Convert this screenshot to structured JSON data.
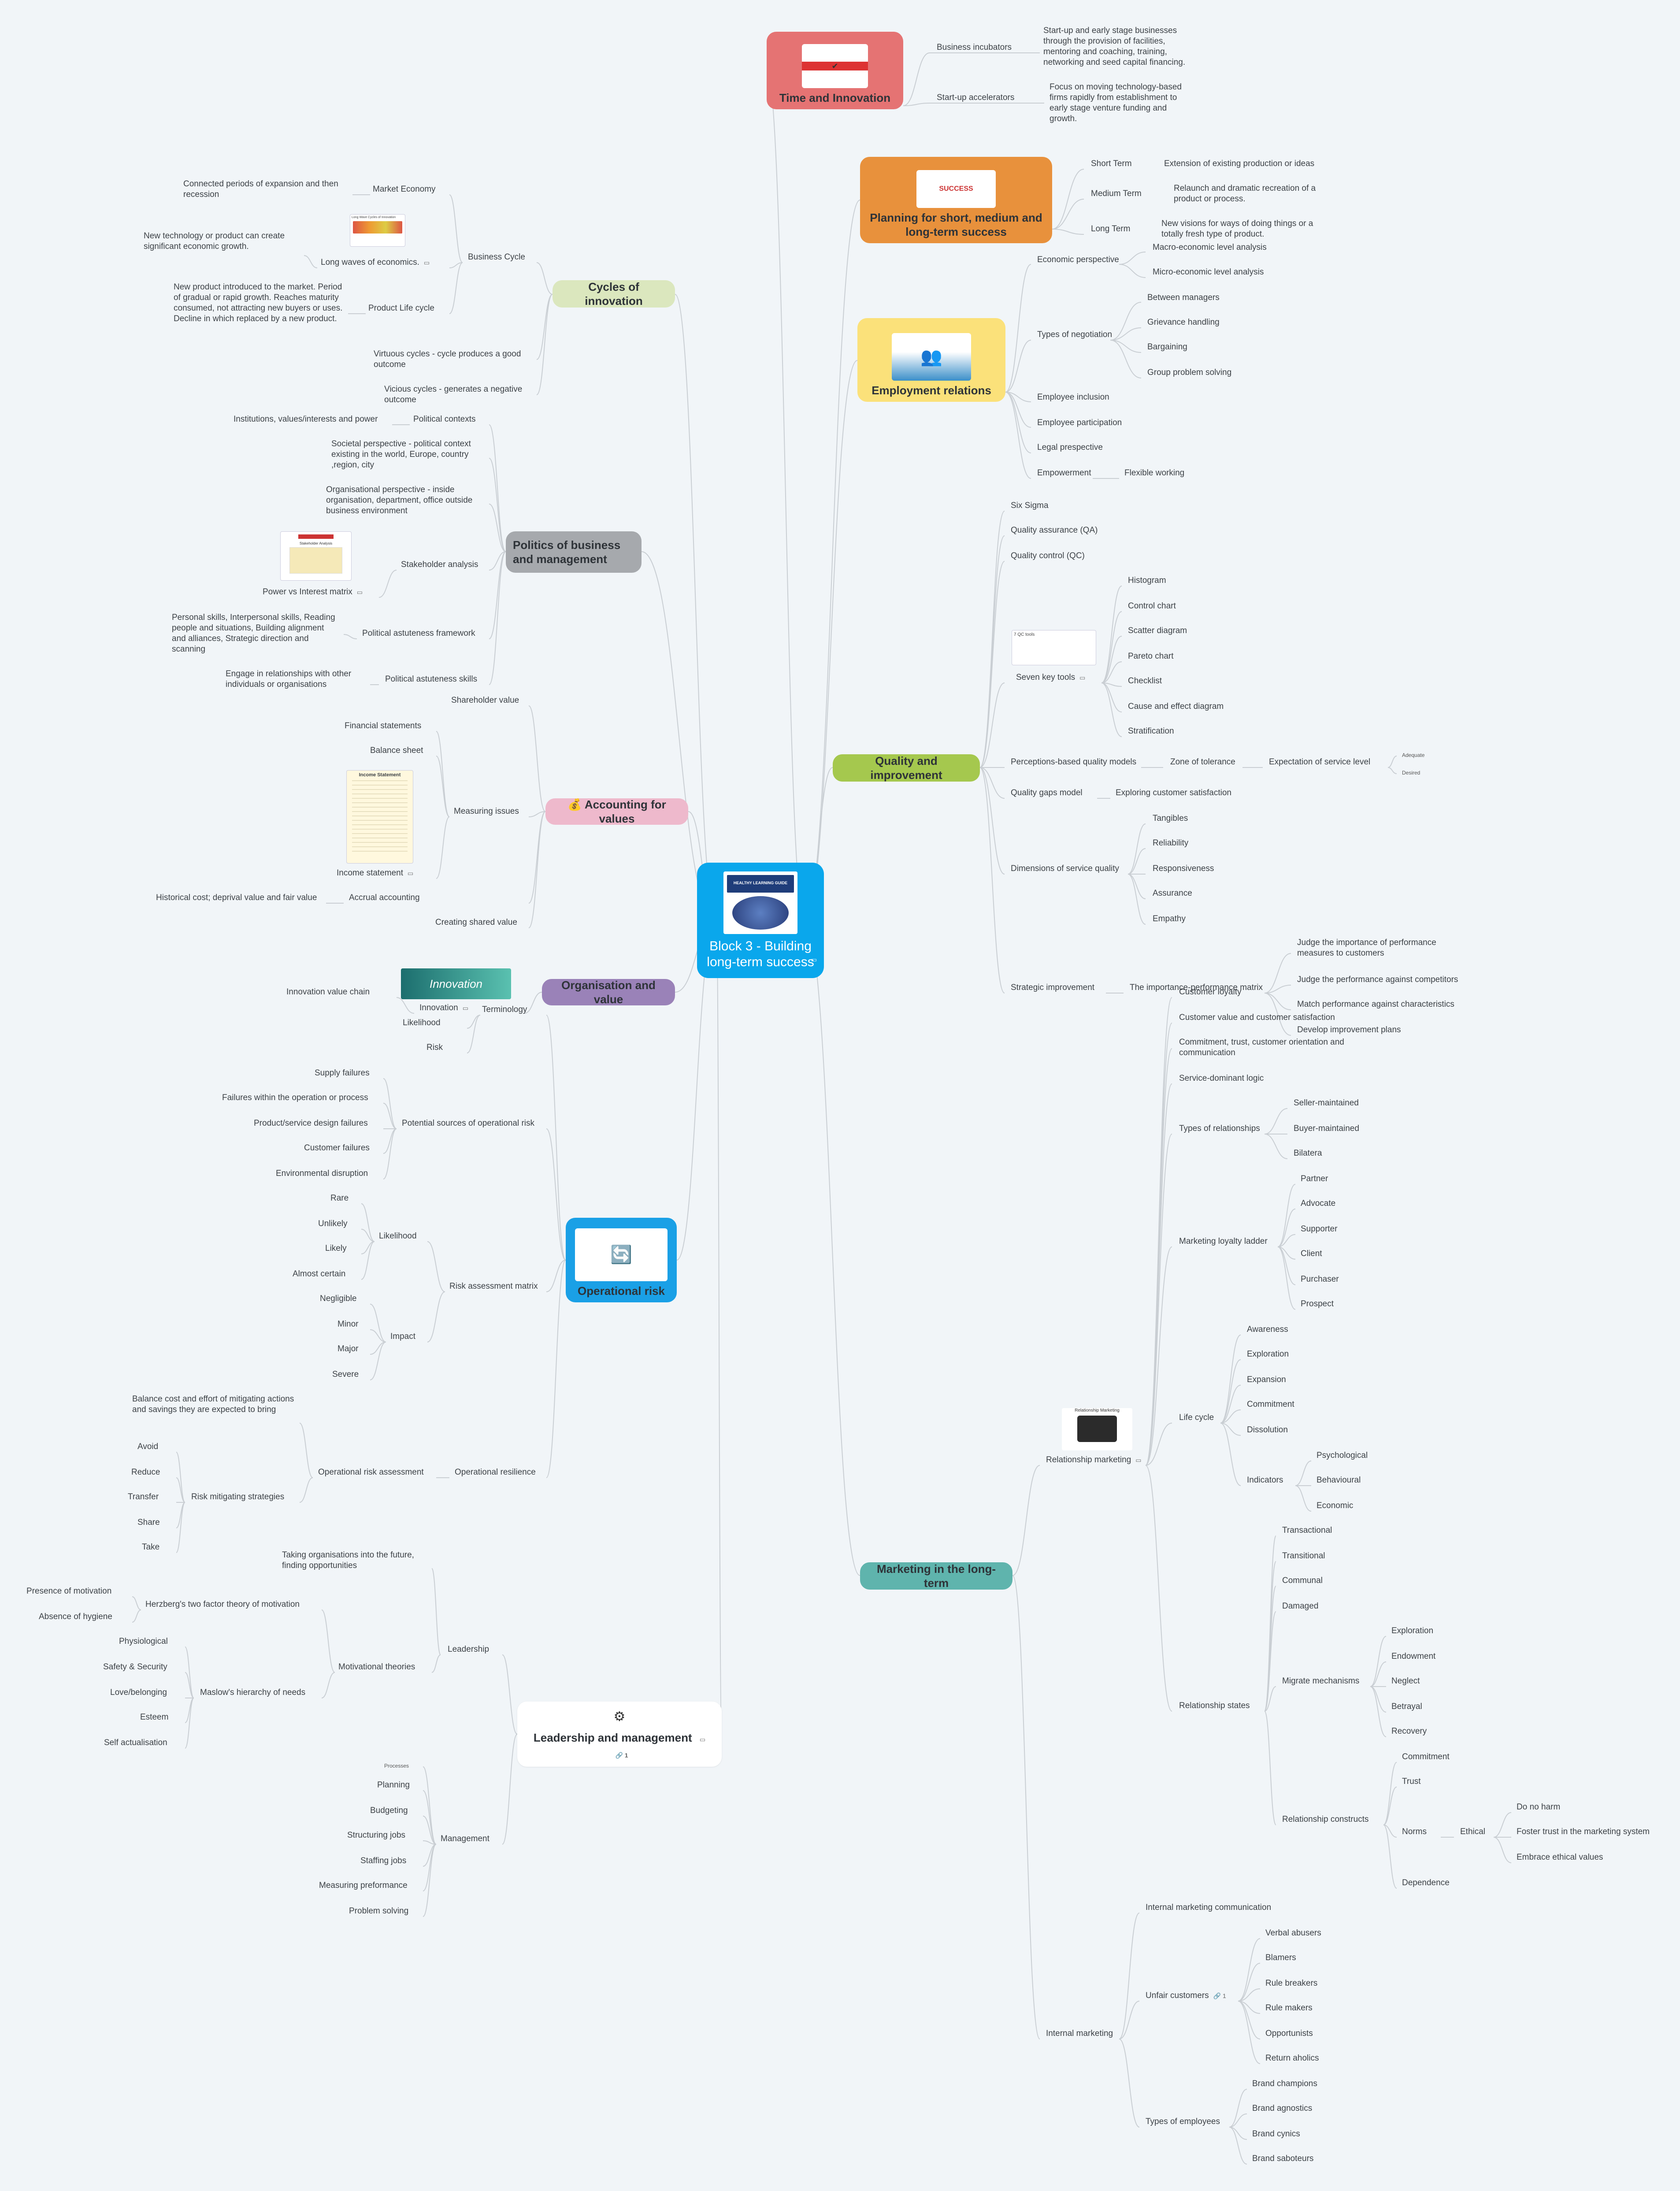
{
  "colors": {
    "time": "#e57373",
    "planning": "#e8913c",
    "employment": "#fbe17a",
    "quality": "#a5c84e",
    "marketing": "#5fb4ad",
    "cycles": "#dbe7be",
    "politics": "#a6a9ad",
    "accounting": "#eeb9cc",
    "organisation": "#9a82b8",
    "operational": "#1aa0e6",
    "leadership": "#ffffff",
    "center": "#0aa7ec",
    "line": "#c9ced3"
  },
  "center": {
    "label": "Block 3 - Building long-term success",
    "image_title": "HEALTHY LEARNING GUIDE"
  },
  "branches": {
    "time": {
      "label": "Time and Innovation",
      "children": {
        "incubators": {
          "label": "Business incubators",
          "note": "Start-up and early stage businesses through the provision of facilities, mentoring and coaching, training, networking and seed capital financing."
        },
        "accelerators": {
          "label": "Start-up accelerators",
          "note": "Focus on moving technology-based firms rapidly from establishment to early stage venture funding and growth."
        }
      }
    },
    "planning": {
      "label": "Planning for short, medium and long-term success",
      "children": {
        "short": {
          "label": "Short Term",
          "note": "Extension of existing production or ideas"
        },
        "medium": {
          "label": "Medium Term",
          "note": "Relaunch and dramatic recreation of a product or process."
        },
        "long": {
          "label": "Long Term",
          "note": "New visions for ways of doing things or a totally fresh type of product."
        }
      }
    },
    "employment": {
      "label": "Employment relations",
      "economic": {
        "label": "Economic perspective",
        "items": [
          "Macro-economic level analysis",
          "Micro-economic level analysis"
        ]
      },
      "negotiation": {
        "label": "Types of negotiation",
        "items": [
          "Between managers",
          "Grievance handling",
          "Bargaining",
          "Group problem solving"
        ]
      },
      "inclusion": "Employee inclusion",
      "participation": "Employee participation",
      "legal": "Legal prespective",
      "empowerment": {
        "label": "Empowerment",
        "child": "Flexible working"
      }
    },
    "quality": {
      "label": "Quality and improvement",
      "six_sigma": "Six Sigma",
      "qa": "Quality assurance (QA)",
      "qc": "Quality control (QC)",
      "seven_tools": {
        "label": "Seven key tools",
        "items": [
          "Histogram",
          "Control chart",
          "Scatter diagram",
          "Pareto chart",
          "Checklist",
          "Cause and effect diagram",
          "Stratification"
        ]
      },
      "perceptions": {
        "label": "Perceptions-based quality models",
        "zone": "Zone of tolerance",
        "expectation": "Expectation of service level",
        "levels": [
          "Adequate",
          "Desired"
        ]
      },
      "gaps": {
        "label": "Quality gaps model",
        "child": "Exploring customer satisfaction"
      },
      "dimensions": {
        "label": "Dimensions of service quality",
        "items": [
          "Tangibles",
          "Reliability",
          "Responsiveness",
          "Assurance",
          "Empathy"
        ]
      },
      "strategic": {
        "label": "Strategic improvement",
        "matrix": "The importance-performance matrix",
        "items": [
          "Judge the importance of performance measures to customers",
          "Judge the performance against competitors",
          "Match performance against characteristics",
          "Develop improvement plans"
        ]
      }
    },
    "marketing": {
      "label": "Marketing in the long-term",
      "relationship": {
        "label": "Relationship marketing",
        "image_title": "Relationship Marketing",
        "loyalty": "Customer loyalty",
        "value": "Customer value and customer satisfaction",
        "commitment": "Commitment, trust, customer orientation and communication",
        "service": "Service-dominant logic",
        "types": {
          "label": "Types of relationships",
          "items": [
            "Seller-maintained",
            "Buyer-maintained",
            "Bilatera"
          ]
        },
        "ladder": {
          "label": "Marketing loyalty ladder",
          "items": [
            "Partner",
            "Advocate",
            "Supporter",
            "Client",
            "Purchaser",
            "Prospect"
          ]
        },
        "lifecycle": {
          "label": "Life cycle",
          "items": [
            "Awareness",
            "Exploration",
            "Expansion",
            "Commitment",
            "Dissolution"
          ],
          "indicators": {
            "label": "Indicators",
            "items": [
              "Psychological",
              "Behavioural",
              "Economic"
            ]
          }
        },
        "states": {
          "label": "Relationship states",
          "items": [
            "Transactional",
            "Transitional",
            "Communal",
            "Damaged"
          ],
          "migrate": {
            "label": "Migrate mechanisms",
            "items": [
              "Exploration",
              "Endowment",
              "Neglect",
              "Betrayal",
              "Recovery"
            ]
          },
          "constructs": {
            "label": "Relationship constructs",
            "commitment": "Commitment",
            "trust": "Trust",
            "norms": "Norms",
            "ethical": "Ethical",
            "ethical_items": [
              "Do no harm",
              "Foster trust in the marketing system",
              "Embrace ethical values"
            ],
            "dependence": "Dependence"
          }
        }
      },
      "internal": {
        "label": "Internal marketing",
        "communication": "Internal marketing communication",
        "unfair": {
          "label": "Unfair customers",
          "link_count": "1",
          "items": [
            "Verbal abusers",
            "Blamers",
            "Rule breakers",
            "Rule makers",
            "Opportunists",
            "Return aholics"
          ]
        },
        "employees": {
          "label": "Types of employees",
          "items": [
            "Brand champions",
            "Brand agnostics",
            "Brand cynics",
            "Brand saboteurs"
          ]
        }
      }
    },
    "cycles": {
      "label": "Cycles of innovation",
      "business_cycle": "Business Cycle",
      "market_economy": {
        "label": "Market Economy",
        "note": "Connected periods of expansion and then recession"
      },
      "long_waves": {
        "label": "Long waves of economics.",
        "image_title": "Long Wave Cycles of Innovation",
        "note": "New technology or product can create significant economic growth."
      },
      "plc": {
        "label": "Product Life cycle",
        "note": "New product introduced to the market. Period of gradual or rapid growth. Reaches maturity consumed, not attracting new buyers or uses. Decline in which replaced by a new product."
      },
      "virtuous": "Virtuous cycles - cycle produces a good outcome",
      "vicious": "Vicious cycles - generates a negative outcome"
    },
    "politics": {
      "label": "Politics of business and management",
      "contexts": {
        "label": "Political contexts",
        "note": "Institutions, values/interests and power"
      },
      "societal": "Societal perspective - political context existing in the world, Europe, country ,region, city",
      "organisational": "Organisational perspective - inside organisation, department, office outside business environment",
      "stakeholder": {
        "label": "Stakeholder analysis",
        "matrix": "Power vs Interest matrix",
        "image_title": "Stakeholder Analysis"
      },
      "framework": {
        "label": "Political astuteness framework",
        "note": "Personal skills, Interpersonal skills, Reading people and situations, Building alignment and alliances, Strategic direction and scanning"
      },
      "skills": {
        "label": "Political astuteness skills",
        "note": "Engage in relationships with other individuals or organisations"
      }
    },
    "accounting": {
      "label": "Accounting for values",
      "shareholder": "Shareholder value",
      "measuring": {
        "label": "Measuring issues",
        "items": [
          "Financial statements",
          "Balance sheet"
        ],
        "income": "Income statement",
        "image_title": "Income Statement"
      },
      "accrual": {
        "label": "Accrual accounting",
        "note": "Historical cost; deprival value and fair value"
      },
      "creating": "Creating shared value"
    },
    "organisation": {
      "label": "Organisation and value",
      "innovation": "Innovation",
      "image_title": "Innovation",
      "chain": "Innovation value chain"
    },
    "operational": {
      "label": "Operational risk",
      "terminology": {
        "label": "Terminology",
        "items": [
          "Likelihood",
          "Risk"
        ]
      },
      "sources": {
        "label": "Potential sources of operational risk",
        "items": [
          "Supply failures",
          "Failures within the operation or process",
          "Product/service design failures",
          "Customer failures",
          "Environmental disruption"
        ]
      },
      "matrix": {
        "label": "Risk assessment matrix",
        "likelihood": {
          "label": "Likelihood",
          "items": [
            "Rare",
            "Unlikely",
            "Likely",
            "Almost certain"
          ]
        },
        "impact": {
          "label": "Impact",
          "items": [
            "Negligible",
            "Minor",
            "Major",
            "Severe"
          ]
        }
      },
      "resilience": {
        "label": "Operational resilience",
        "assessment": {
          "label": "Operational risk assessment",
          "note": "Balance cost and effort of mitigating actions and savings they are expected to bring"
        },
        "strategies": {
          "label": "Risk mitigating strategies",
          "items": [
            "Avoid",
            "Reduce",
            "Transfer",
            "Share",
            "Take"
          ]
        }
      }
    },
    "leadership": {
      "label": "Leadership and management",
      "link_count": "1",
      "leadership": {
        "label": "Leadership",
        "note": "Taking organisations into the future, finding opportunities",
        "motivational": "Motivational theories",
        "herzberg": {
          "label": "Herzberg's two factor theory of motivation",
          "items": [
            "Presence of motivation",
            "Absence of hygiene"
          ]
        },
        "maslow": {
          "label": "Maslow's hierarchy of needs",
          "items": [
            "Physiological",
            "Safety & Security",
            "Love/belonging",
            "Esteem",
            "Self actualisation"
          ]
        }
      },
      "management": {
        "label": "Management",
        "processes": "Processes",
        "items": [
          "Planning",
          "Budgeting",
          "Structuring jobs",
          "Staffing jobs",
          "Measuring preformance",
          "Problem solving"
        ]
      }
    }
  }
}
